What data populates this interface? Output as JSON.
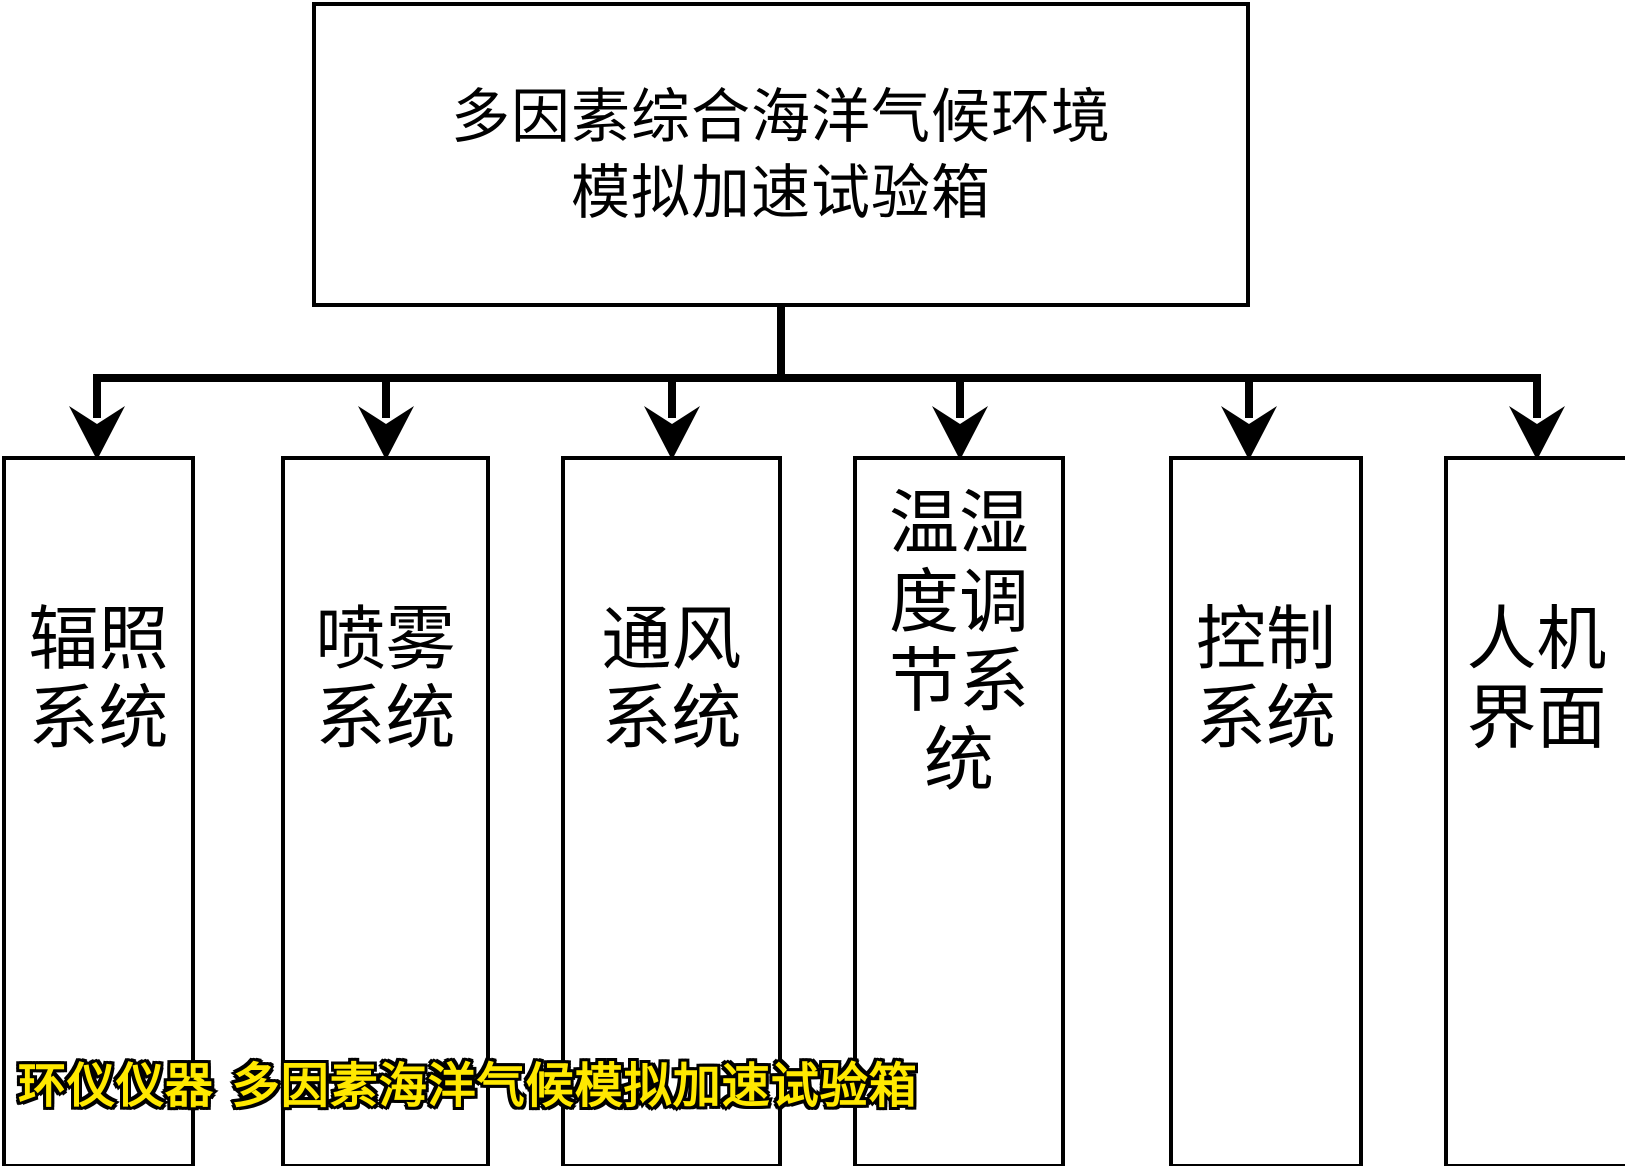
{
  "diagram": {
    "type": "hierarchy-tree",
    "orientation": "top-down",
    "root": {
      "label": "多因素综合海洋气候环境\n模拟加速试验箱",
      "label_line1": "多因素综合海洋气候环境",
      "label_line2": "模拟加速试验箱"
    },
    "children": [
      {
        "id": "irradiation",
        "label": "辐照系统",
        "chars": 4
      },
      {
        "id": "spray",
        "label": "喷雾系统",
        "chars": 4
      },
      {
        "id": "ventilation",
        "label": "通风系统",
        "chars": 4
      },
      {
        "id": "temp-humidity",
        "label": "温湿度调节系统",
        "chars": 7
      },
      {
        "id": "control",
        "label": "控制系统",
        "chars": 4
      },
      {
        "id": "hmi",
        "label": "人机界面",
        "chars": 4
      }
    ],
    "colors": {
      "stroke": "#000000",
      "background": "#ffffff",
      "watermark_fill": "#FFE800",
      "watermark_outline": "#000000"
    }
  },
  "watermark": {
    "text": "环仪仪器 多因素海洋气候模拟加速试验箱",
    "brand": "环仪仪器",
    "product": "多因素海洋气候模拟加速试验箱"
  }
}
